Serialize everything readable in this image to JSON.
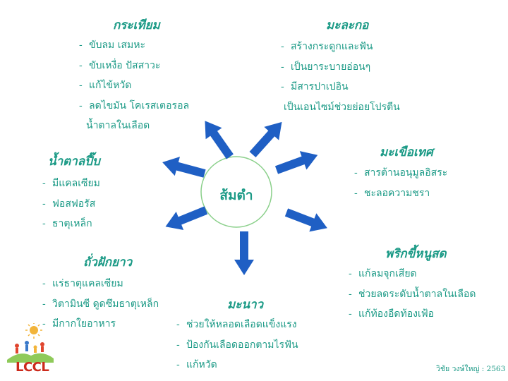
{
  "center": {
    "label": "ส้มตำ"
  },
  "groups": {
    "garlic": {
      "title": "กระเทียม",
      "items": [
        "ขับลม  เสมหะ",
        "ขับเหงื่อ  ปัสสาวะ",
        "แก้ไข้หวัด",
        "ลดไขมัน  โคเรสเตอรอล"
      ],
      "continuation": "น้ำตาลในเลือด"
    },
    "papaya": {
      "title": "มะละกอ",
      "items": [
        "สร้างกระดูกและฟัน",
        "เป็นยาระบายอ่อนๆ",
        "มีสารปาเปอิน"
      ],
      "continuation": "เป็นเอนไซม์ช่วยย่อยโปรตีน"
    },
    "palm_sugar": {
      "title": "น้ำตาลปี๊บ",
      "items": [
        "มีแคลเซียม",
        "ฟอสฟอรัส",
        "ธาตุเหล็ก"
      ]
    },
    "tomato": {
      "title": "มะเขือเทศ",
      "items": [
        "สารต้านอนุมูลอิสระ",
        "ชะลอความชรา"
      ]
    },
    "long_bean": {
      "title": "ถั่วฝักยาว",
      "items": [
        "แร่ธาตุแคลเซียม",
        "วิตามินซี  ดูดซึมธาตุเหล็ก",
        "มีกากใยอาหาร"
      ]
    },
    "chili": {
      "title": "พริกขี้หนูสด",
      "items": [
        "แก้ลมจุกเสียด",
        "ช่วยลดระดับน้ำตาลในเลือด",
        "แก้ท้องอืดท้องเฟ้อ"
      ]
    },
    "lime": {
      "title": "มะนาว",
      "items": [
        "ช่วยให้หลอดเลือดแข็งแรง",
        "ป้องกันเลือดออกตามไรฟัน",
        "แก้หวัด"
      ]
    }
  },
  "logo": {
    "text": "LCCL"
  },
  "credit": "วิชัย  วงษ์ใหญ่ : 2563",
  "colors": {
    "text": "#1b9a86",
    "arrow": "#1f5fc4",
    "circle_border": "#8bd08b",
    "logo_text": "#cc2a1c"
  }
}
